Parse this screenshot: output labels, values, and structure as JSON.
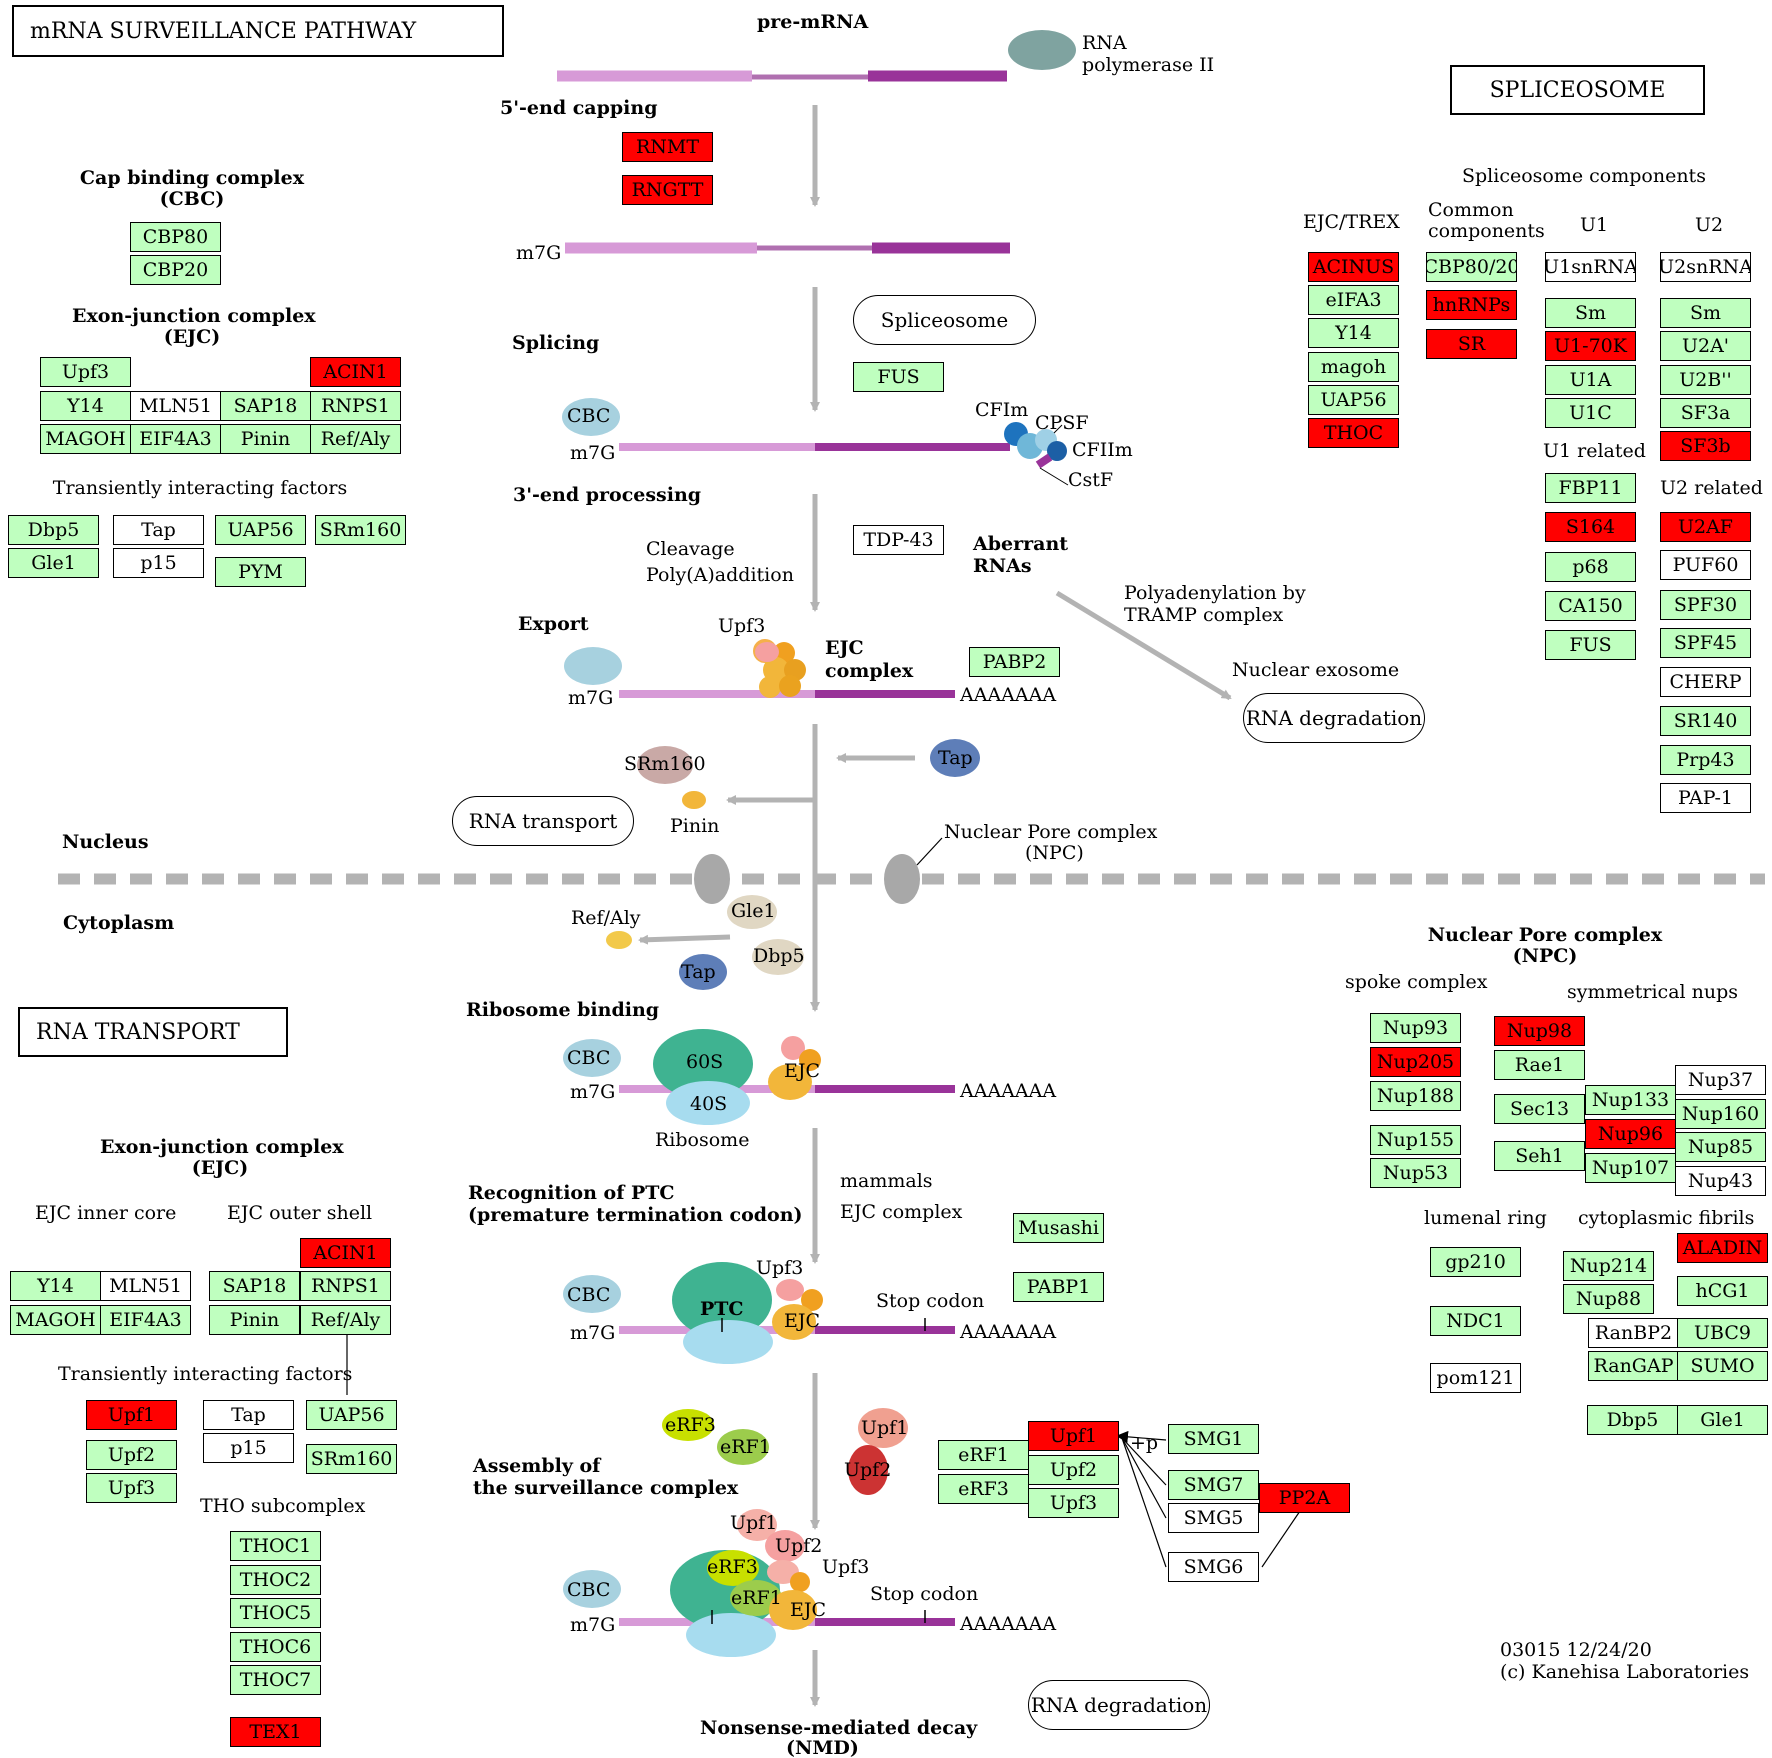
{
  "title": "mRNA  SURVEILLANCE  PATHWAY",
  "footer": {
    "id_line": "03015 12/24/20",
    "copyright": "(c) Kanehisa Laboratories"
  },
  "map_links": {
    "spliceosome": "SPLICEOSOME",
    "rna_transport": "RNA  TRANSPORT"
  },
  "colors": {
    "green": "#bfffbf",
    "red": "#ff0000",
    "mrna_light": "#d79ad7",
    "mrna_dark": "#993399"
  },
  "center": {
    "pre_mrna": "pre-mRNA",
    "rna_pol": [
      "RNA",
      "polymerase II"
    ],
    "capping": "5'-end capping",
    "splicing": "Splicing",
    "end3": "3'-end processing",
    "export": "Export",
    "ribosome_binding": "Ribosome binding",
    "ptc": [
      "Recognition of PTC",
      "(premature termination codon)"
    ],
    "assembly": [
      "Assembly of",
      "the surveillance complex"
    ],
    "nmd": [
      "Nonsense-mediated decay",
      "(NMD)"
    ],
    "cleavage": [
      "Cleavage",
      "Poly(A)addition"
    ],
    "ejc_complex": [
      "EJC",
      "complex"
    ],
    "aberrant": [
      "Aberrant",
      "RNAs"
    ],
    "polyadenylation": [
      "Polyadenylation by",
      "TRAMP complex"
    ],
    "nuclear_exosome": "Nuclear exosome",
    "rna_degradation": "RNA degradation",
    "rna_transport_pill": "RNA transport",
    "spliceosome_pill": "Spliceosome",
    "nucleus": "Nucleus",
    "cytoplasm": "Cytoplasm",
    "npc_label": [
      "Nuclear Pore complex",
      "(NPC)"
    ],
    "mammals": [
      "mammals",
      "EJC complex"
    ],
    "stop_codon": "Stop codon",
    "ribosome": "Ribosome",
    "m7g": "m7G",
    "polya": "AAAAAAA",
    "pinin": "Pinin",
    "refaly": "Ref/Aly",
    "p_label": "+p",
    "cleavage_factors": {
      "cfim": "CFIm",
      "cpsf": "CPSF",
      "cfiim": "CFIIm",
      "cstf": "CstF"
    },
    "ovals": {
      "cbc": "CBC",
      "upf3": "Upf3",
      "upf1": "Upf1",
      "upf2": "Upf2",
      "srm160": "SRm160",
      "tap": "Tap",
      "gle1": "Gle1",
      "dbp5": "Dbp5",
      "s60": "60S",
      "s40": "40S",
      "ejc": "EJC",
      "ptc": "PTC",
      "erf3": "eRF3",
      "erf1": "eRF1"
    }
  },
  "cbc": {
    "title": [
      "Cap binding complex",
      "(CBC)"
    ]
  },
  "ejc_top": {
    "title": [
      "Exon-junction complex",
      "(EJC)"
    ],
    "tif": "Transiently interacting factors"
  },
  "splice": {
    "components": "Spliceosome components",
    "ejctrex": "EJC/TREX",
    "common": [
      "Common",
      "components"
    ],
    "u1": "U1",
    "u2": "U2",
    "u1rel": "U1 related",
    "u2rel": "U2 related"
  },
  "ejc_bottom": {
    "title": [
      "Exon-junction complex",
      "(EJC)"
    ],
    "inner": "EJC inner core",
    "outer": "EJC outer shell",
    "tif": "Transiently interacting factors",
    "tho": "THO subcomplex"
  },
  "npc": {
    "title": [
      "Nuclear Pore complex",
      "(NPC)"
    ],
    "spoke": "spoke complex",
    "sym": "symmetrical nups",
    "lumenal": "lumenal ring",
    "cyto": "cytoplasmic fibrils"
  },
  "genes": {
    "rnmt": "RNMT",
    "rngtt": "RNGTT",
    "fus_c": "FUS",
    "tdp43": "TDP-43",
    "pabp2": "PABP2",
    "musashi": "Musashi",
    "pabp1": "PABP1",
    "cbp80": "CBP80",
    "cbp20": "CBP20",
    "upf3_t": "Upf3",
    "acin1_t": "ACIN1",
    "y14_t": "Y14",
    "mln51_t": "MLN51",
    "sap18_t": "SAP18",
    "rnps1_t": "RNPS1",
    "magoh_t": "MAGOH",
    "eif4a3_t": "EIF4A3",
    "pinin_t": "Pinin",
    "refaly_t": "Ref/Aly",
    "dbp5_t": "Dbp5",
    "gle1_t": "Gle1",
    "tap_t": "Tap",
    "p15_t": "p15",
    "uap56_t": "UAP56",
    "pym_t": "PYM",
    "srm160_t": "SRm160",
    "acinus": "ACINUS",
    "eifa3": "eIFA3",
    "y14_s": "Y14",
    "magoh_s": "magoh",
    "uap56_s": "UAP56",
    "thoc": "THOC",
    "cbp8020": "CBP80/20",
    "hnrnps": "hnRNPs",
    "sr": "SR",
    "u1snrna": "U1snRNA",
    "sm1": "Sm",
    "u170k": "U1-70K",
    "u1a": "U1A",
    "u1c": "U1C",
    "u2snrna": "U2snRNA",
    "sm2": "Sm",
    "u2a": "U2A'",
    "u2b": "U2B''",
    "sf3a": "SF3a",
    "sf3b": "SF3b",
    "fbp11": "FBP11",
    "s164": "S164",
    "p68": "p68",
    "ca150": "CA150",
    "fus_s": "FUS",
    "u2af": "U2AF",
    "puf60": "PUF60",
    "spf30": "SPF30",
    "spf45": "SPF45",
    "cherp": "CHERP",
    "sr140": "SR140",
    "prp43": "Prp43",
    "pap1": "PAP-1",
    "y14_b": "Y14",
    "mln51_b": "MLN51",
    "magoh_b": "MAGOH",
    "eif4a3_b": "EIF4A3",
    "acin1_b": "ACIN1",
    "sap18_b": "SAP18",
    "rnps1_b": "RNPS1",
    "pinin_b": "Pinin",
    "refaly_b": "Ref/Aly",
    "upf1_b": "Upf1",
    "upf2_b": "Upf2",
    "upf3_b": "Upf3",
    "tap_b": "Tap",
    "p15_b": "p15",
    "uap56_b": "UAP56",
    "srm160_b": "SRm160",
    "thoc1": "THOC1",
    "thoc2": "THOC2",
    "thoc5": "THOC5",
    "thoc6": "THOC6",
    "thoc7": "THOC7",
    "tex1": "TEX1",
    "erf1_s": "eRF1",
    "erf3_s": "eRF3",
    "upf1_s": "Upf1",
    "upf2_s": "Upf2",
    "upf3_s": "Upf3",
    "smg1": "SMG1",
    "smg7": "SMG7",
    "smg5": "SMG5",
    "smg6": "SMG6",
    "pp2a": "PP2A",
    "nup93": "Nup93",
    "nup205": "Nup205",
    "nup188": "Nup188",
    "nup155": "Nup155",
    "nup53": "Nup53",
    "nup98": "Nup98",
    "rae1": "Rae1",
    "sec13": "Sec13",
    "seh1": "Seh1",
    "nup133": "Nup133",
    "nup96": "Nup96",
    "nup107": "Nup107",
    "nup37": "Nup37",
    "nup160": "Nup160",
    "nup85": "Nup85",
    "nup43": "Nup43",
    "gp210": "gp210",
    "ndc1": "NDC1",
    "pom121": "pom121",
    "nup214": "Nup214",
    "nup88": "Nup88",
    "aladin": "ALADIN",
    "hcg1": "hCG1",
    "ranbp2": "RanBP2",
    "ubc9": "UBC9",
    "rangap": "RanGAP",
    "sumo": "SUMO",
    "dbp5_n": "Dbp5",
    "gle1_n": "Gle1"
  }
}
